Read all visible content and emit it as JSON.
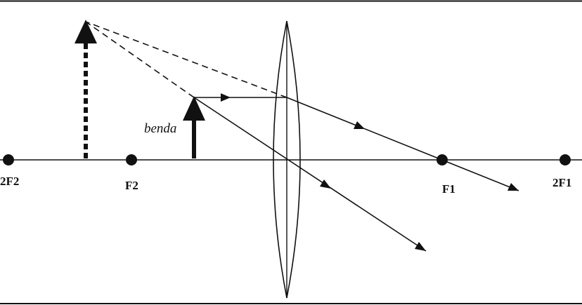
{
  "labels": {
    "object": "benda",
    "f2": "F2",
    "two_f2": "2F2",
    "f1": "F1",
    "two_f1": "2F1"
  },
  "colors": {
    "ink": "#111111",
    "background": "#ffffff"
  }
}
